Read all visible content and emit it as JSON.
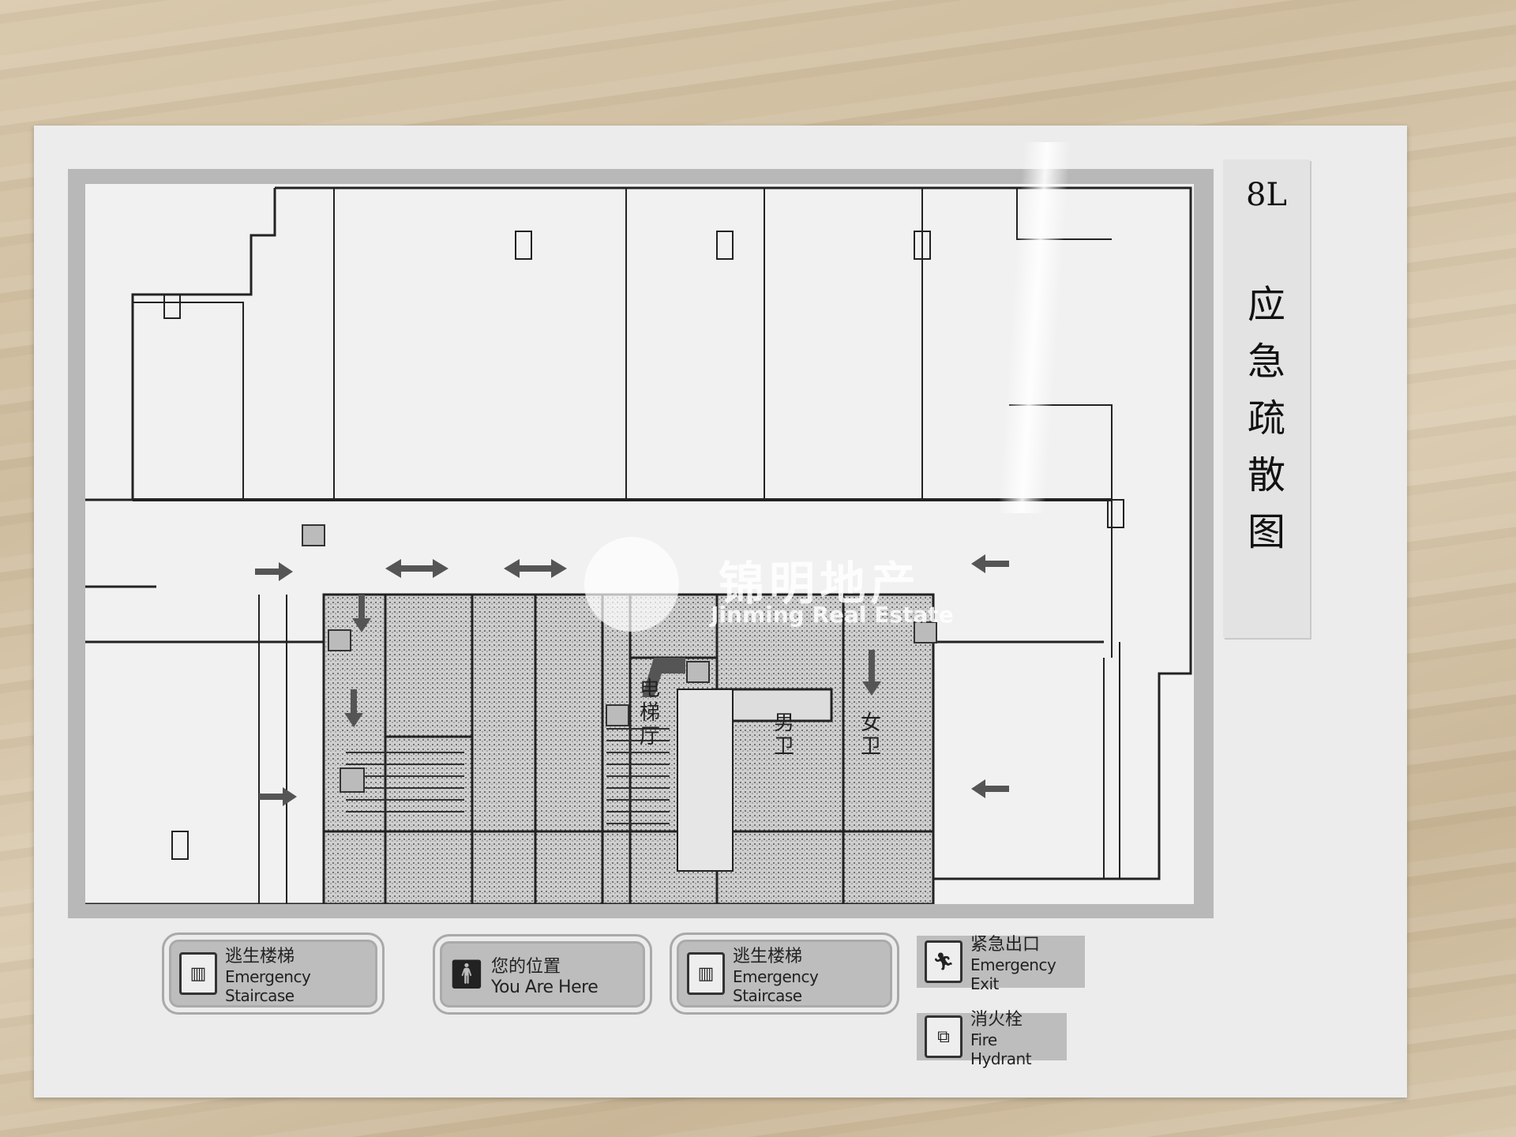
{
  "sign": {
    "floor": "8L",
    "title_zh": "应急疏散图"
  },
  "plan_labels": {
    "elevator_hall": "电梯厅",
    "mens_restroom": "男卫",
    "womens_restroom": "女卫"
  },
  "watermark": {
    "zh": "锦明地产",
    "en": "Jinming Real Estate"
  },
  "legend": [
    {
      "icon": "staircase-icon",
      "zh": "逃生楼梯",
      "en": "Emergency Staircase"
    },
    {
      "icon": "person-icon",
      "zh": "您的位置",
      "en": "You Are Here"
    },
    {
      "icon": "staircase-icon",
      "zh": "逃生楼梯",
      "en": "Emergency Staircase"
    },
    {
      "icon": "exit-icon",
      "zh": "紧急出口",
      "en": "Emergency Exit"
    },
    {
      "icon": "hydrant-icon",
      "zh": "消火栓",
      "en": "Fire Hydrant"
    }
  ],
  "colors": {
    "paper": "#ececec",
    "plan_frame": "#b8b8b8",
    "wall": "#d6c6aa"
  }
}
